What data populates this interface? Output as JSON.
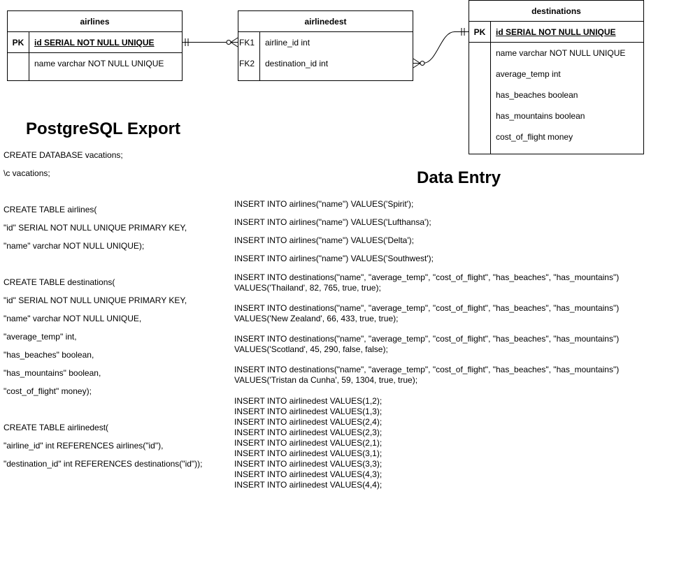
{
  "airlines": {
    "title": "airlines",
    "rows": [
      {
        "key": "PK",
        "field": "id SERIAL NOT NULL UNIQUE"
      },
      {
        "key": "",
        "field": "name varchar NOT NULL UNIQUE"
      }
    ]
  },
  "airlinedest": {
    "title": "airlinedest",
    "rows": [
      {
        "key": "FK1",
        "field": "airline_id int"
      },
      {
        "key": "FK2",
        "field": "destination_id int"
      }
    ]
  },
  "destinations": {
    "title": "destinations",
    "rows": [
      {
        "key": "PK",
        "field": "id SERIAL NOT NULL UNIQUE"
      },
      {
        "key": "",
        "field": "name varchar NOT NULL UNIQUE"
      },
      {
        "key": "",
        "field": "average_temp int"
      },
      {
        "key": "",
        "field": "has_beaches boolean"
      },
      {
        "key": "",
        "field": "has_mountains boolean"
      },
      {
        "key": "",
        "field": "cost_of_flight money"
      }
    ]
  },
  "export": {
    "heading": "PostgreSQL Export",
    "lines": [
      "CREATE DATABASE vacations;",
      "\\c vacations;",
      "CREATE TABLE airlines(",
      "\"id\" SERIAL NOT NULL UNIQUE PRIMARY KEY,",
      "\"name\" varchar NOT NULL UNIQUE);",
      "CREATE TABLE destinations(",
      "\"id\" SERIAL NOT NULL UNIQUE PRIMARY KEY,",
      "\"name\" varchar NOT NULL UNIQUE,",
      "\"average_temp\" int,",
      "\"has_beaches\" boolean,",
      "\"has_mountains\" boolean,",
      "\"cost_of_flight\" money);",
      "CREATE TABLE airlinedest(",
      "\"airline_id\" int REFERENCES airlines(\"id\"),",
      "\"destination_id\" int REFERENCES destinations(\"id\"));"
    ]
  },
  "entry": {
    "heading": "Data Entry",
    "airline_inserts": [
      "INSERT INTO airlines(\"name\") VALUES('Spirit');",
      "INSERT INTO airlines(\"name\") VALUES('Lufthansa');",
      "INSERT INTO airlines(\"name\") VALUES('Delta');",
      "INSERT INTO airlines(\"name\") VALUES('Southwest');"
    ],
    "destination_inserts": [
      "INSERT INTO destinations(\"name\", \"average_temp\", \"cost_of_flight\", \"has_beaches\", \"has_mountains\")\nVALUES('Thailand', 82, 765, true, true);",
      "INSERT INTO destinations(\"name\", \"average_temp\", \"cost_of_flight\", \"has_beaches\", \"has_mountains\")\nVALUES('New Zealand', 66, 433, true, true);",
      "INSERT INTO destinations(\"name\", \"average_temp\", \"cost_of_flight\", \"has_beaches\", \"has_mountains\")\nVALUES('Scotland', 45, 290, false, false);",
      "INSERT INTO destinations(\"name\", \"average_temp\", \"cost_of_flight\", \"has_beaches\", \"has_mountains\")\nVALUES('Tristan da Cunha', 59, 1304, true, true);"
    ],
    "airlinedest_inserts": "INSERT INTO airlinedest VALUES(1,2);\nINSERT INTO airlinedest VALUES(1,3);\nINSERT INTO airlinedest VALUES(2,4);\nINSERT INTO airlinedest VALUES(2,3);\nINSERT INTO airlinedest VALUES(2,1);\nINSERT INTO airlinedest VALUES(3,1);\nINSERT INTO airlinedest VALUES(3,3);\nINSERT INTO airlinedest VALUES(4,3);\nINSERT INTO airlinedest VALUES(4,4);"
  }
}
